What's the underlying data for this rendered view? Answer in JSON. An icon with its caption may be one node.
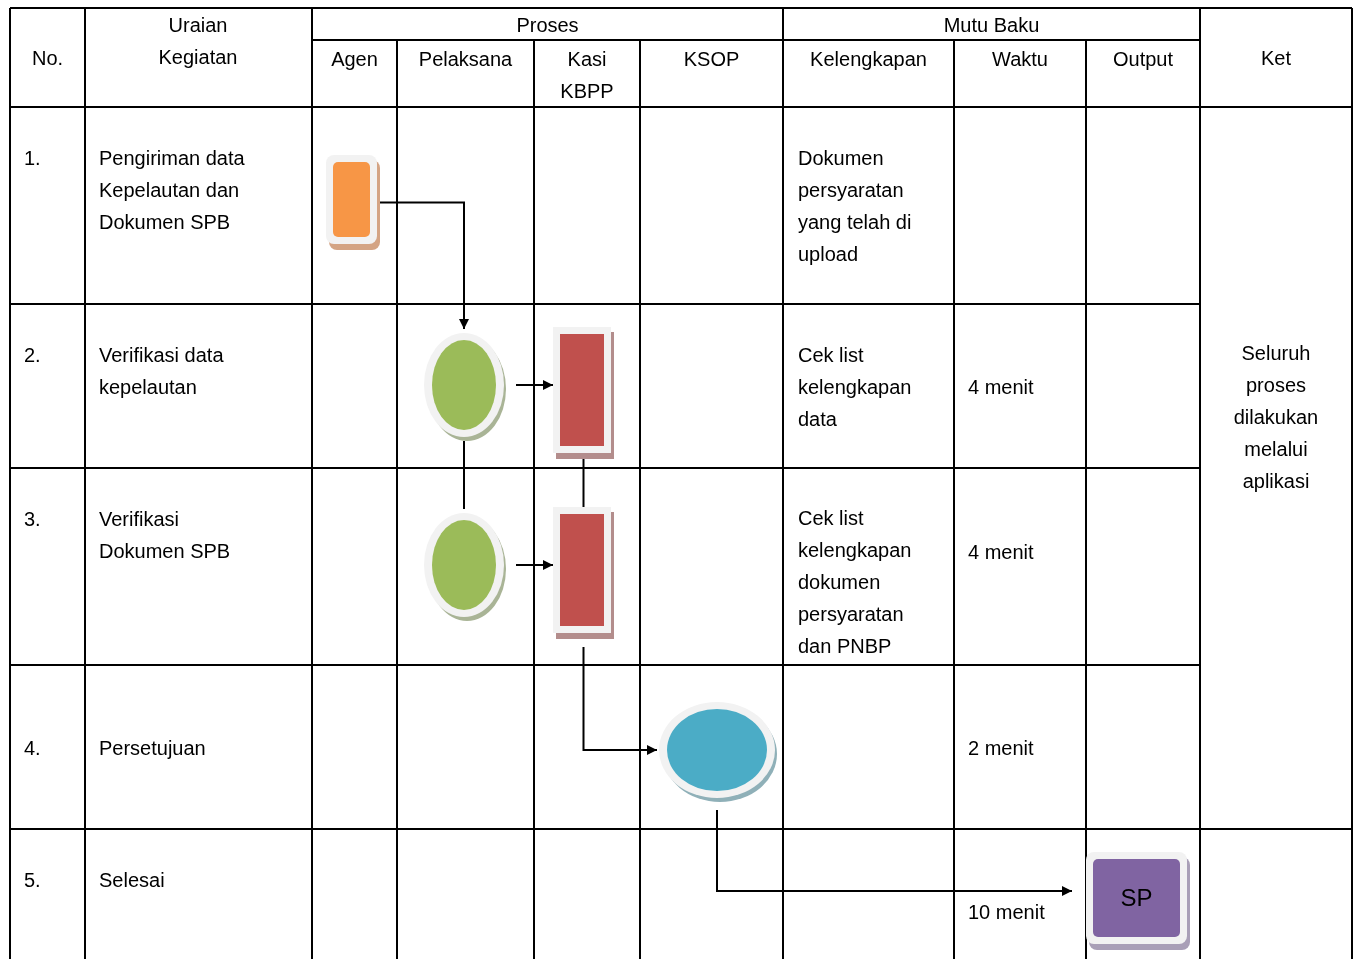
{
  "diagram": {
    "nodes": [
      {
        "text": [],
        "shape": "box"
      },
      {
        "text": [],
        "shape": "circle"
      },
      {
        "text": [],
        "shape": "box"
      },
      {
        "text": [],
        "shape": "circle"
      },
      {
        "text": [],
        "shape": "box"
      },
      {
        "text": [],
        "shape": "circle"
      },
      {
        "text": [
          "SP"
        ]
      }
    ],
    "edges": [
      {
        "from": 0,
        "to": 1,
        "arrow": "to"
      },
      {
        "from": 1,
        "to": 2,
        "arrow": "to"
      },
      {
        "from": 1,
        "to": 3,
        "arrow": "none"
      },
      {
        "from": 2,
        "to": 4,
        "arrow": "none"
      },
      {
        "from": 3,
        "to": 4,
        "arrow": "to"
      },
      {
        "from": 4,
        "to": 5,
        "arrow": "to"
      },
      {
        "from": 5,
        "to": 6,
        "arrow": "to"
      }
    ],
    "labels": [
      "Uraian Kegiatan",
      "Proses",
      "Mutu Baku",
      "No.",
      "Agen",
      "Pelaksana",
      "Kasi KBPP",
      "KSOP",
      "Kelengkapan",
      "Waktu",
      "Output",
      "Ket",
      "1.",
      "Pengiriman data Kepelautan dan Dokumen SPB",
      "Dokumen persyaratan yang telah di upload",
      "Seluruh proses dilakukan melalui aplikasi",
      "2.",
      "Verifikasi data kepelautan",
      "Cek list kelengkapan data",
      "4 menit",
      "3.",
      "Verifikasi Dokumen SPB",
      "Cek list kelengkapan dokumen persyaratan dan PNBP",
      "4 menit",
      "4.",
      "Persetujuan",
      "2 menit",
      "5.",
      "Selesai",
      "10 menit"
    ]
  }
}
